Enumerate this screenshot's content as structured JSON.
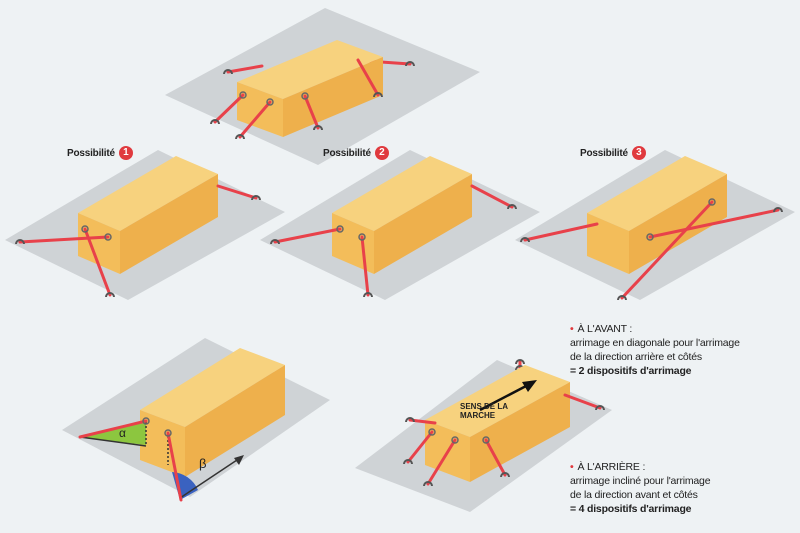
{
  "possibilities": [
    {
      "label": "Possibilité",
      "number": "1"
    },
    {
      "label": "Possibilité",
      "number": "2"
    },
    {
      "label": "Possibilité",
      "number": "3"
    }
  ],
  "angles": {
    "alpha": "α",
    "beta": "β"
  },
  "direction_label": [
    "SENS DE LA",
    "MARCHE"
  ],
  "front_note": {
    "title": "À L'AVANT :",
    "lines": [
      "arrimage en diagonale pour l'arrimage",
      "de la direction arrière et côtés"
    ],
    "result": "= 2 dispositifs d'arrimage"
  },
  "rear_note": {
    "title": "À L'ARRIÈRE :",
    "lines": [
      "arrimage incliné pour l'arrimage",
      "de la direction avant et côtés"
    ],
    "result": "= 4 dispositifs d'arrimage"
  },
  "colors": {
    "platform": "#cfd3d6",
    "box_top": "#f7d27e",
    "box_front": "#f3bd5a",
    "box_side": "#eeb04c",
    "strap": "#e8414a",
    "accent": "#e03a3e"
  }
}
